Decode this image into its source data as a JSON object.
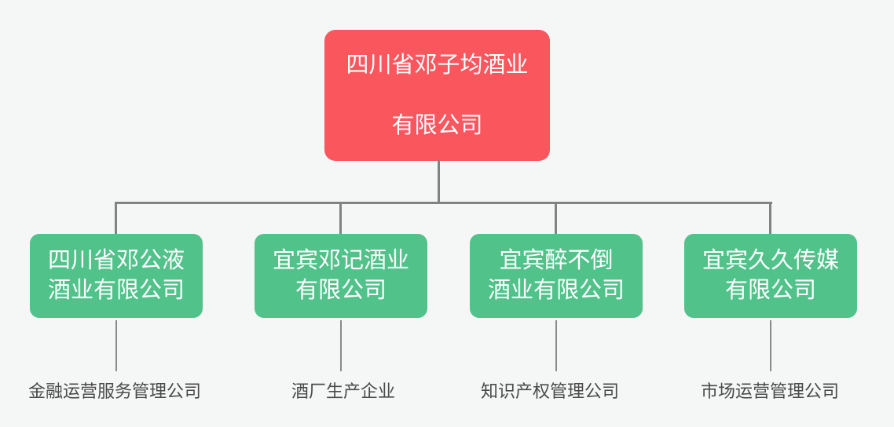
{
  "page": {
    "background_color": "#f5f6f6"
  },
  "org_chart": {
    "type": "organization-tree",
    "colors": {
      "root_node_bg": "#f9565e",
      "child_node_bg": "#50c28a",
      "node_text": "#ffffff",
      "connector": "#828282",
      "note_text": "#4a4a4a"
    },
    "root": {
      "name_line1": "四川省邓子均酒业",
      "name_line2": "有限公司"
    },
    "children": [
      {
        "name_line1": "四川省邓公液",
        "name_line2": "酒业有限公司",
        "note": "金融运营服务管理公司"
      },
      {
        "name_line1": "宜宾邓记酒业",
        "name_line2": "有限公司",
        "note": "酒厂生产企业"
      },
      {
        "name_line1": "宜宾醉不倒",
        "name_line2": "酒业有限公司",
        "note": "知识产权管理公司"
      },
      {
        "name_line1": "宜宾久久传媒",
        "name_line2": "有限公司",
        "note": "市场运营管理公司"
      }
    ]
  }
}
